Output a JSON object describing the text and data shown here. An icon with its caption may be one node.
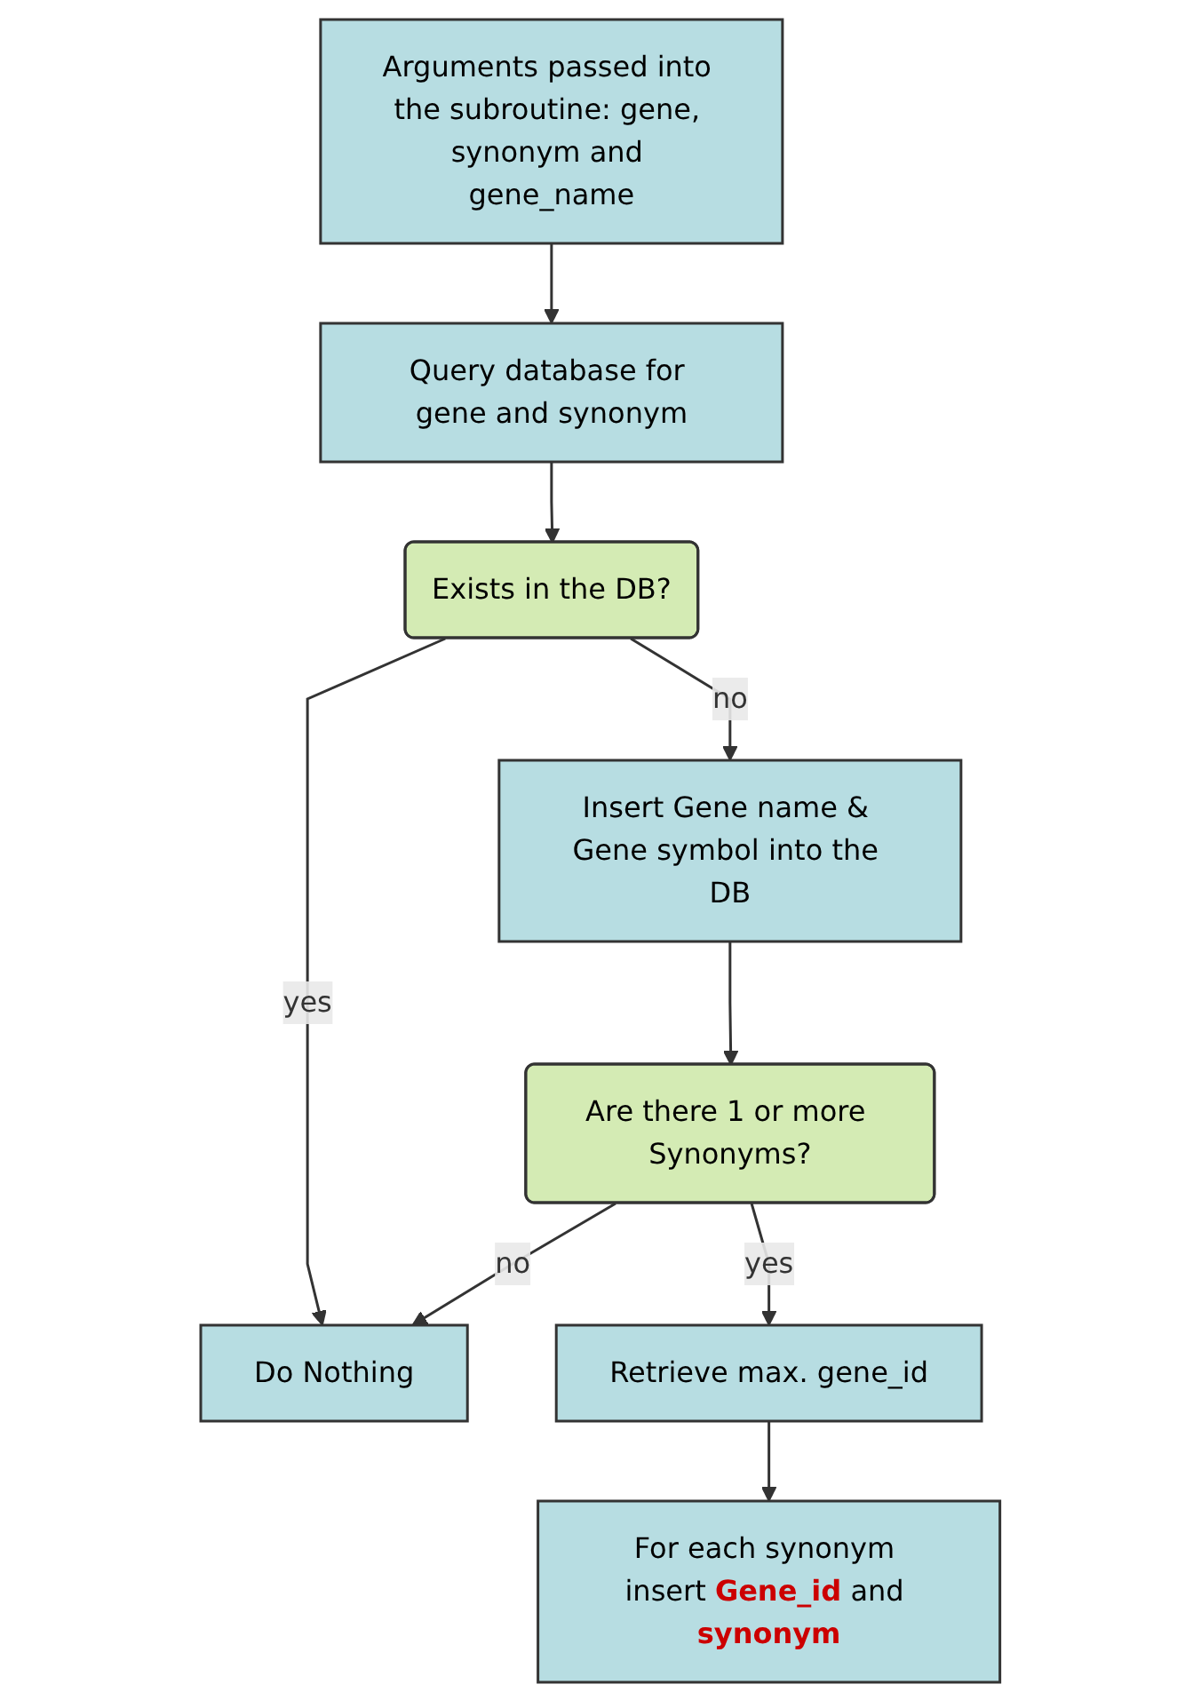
{
  "diagram": {
    "nodes": [
      {
        "text": [
          "Arguments passed into the subroutine: gene, synonym and gene_name"
        ]
      },
      {
        "text": [
          "Query database for gene and synonym"
        ]
      },
      {
        "text": [
          "Exists in the DB?"
        ]
      },
      {
        "text": [
          "Do Nothing"
        ]
      },
      {
        "text": [
          "Insert Gene name & Gene symbol into the DB"
        ]
      },
      {
        "text": [
          "Are there 1 or more Synonyms?"
        ]
      },
      {
        "text": [
          "Retrieve max. gene_id"
        ]
      },
      {
        "text": [
          "For each synonym insert **Gene_id** and **synonym**"
        ]
      }
    ],
    "edges": [
      {
        "from": 0,
        "to": 1,
        "arrow": "to"
      },
      {
        "from": 1,
        "to": 2,
        "arrow": "to"
      },
      {
        "from": 2,
        "to": 3,
        "arrow": "to",
        "label": "yes"
      },
      {
        "from": 2,
        "to": 4,
        "arrow": "to",
        "label": "no"
      },
      {
        "from": 4,
        "to": 5,
        "arrow": "to"
      },
      {
        "from": 5,
        "to": 3,
        "arrow": "to",
        "label": "no"
      },
      {
        "from": 5,
        "to": 6,
        "arrow": "to",
        "label": "yes"
      },
      {
        "from": 6,
        "to": 7,
        "arrow": "to"
      }
    ]
  }
}
